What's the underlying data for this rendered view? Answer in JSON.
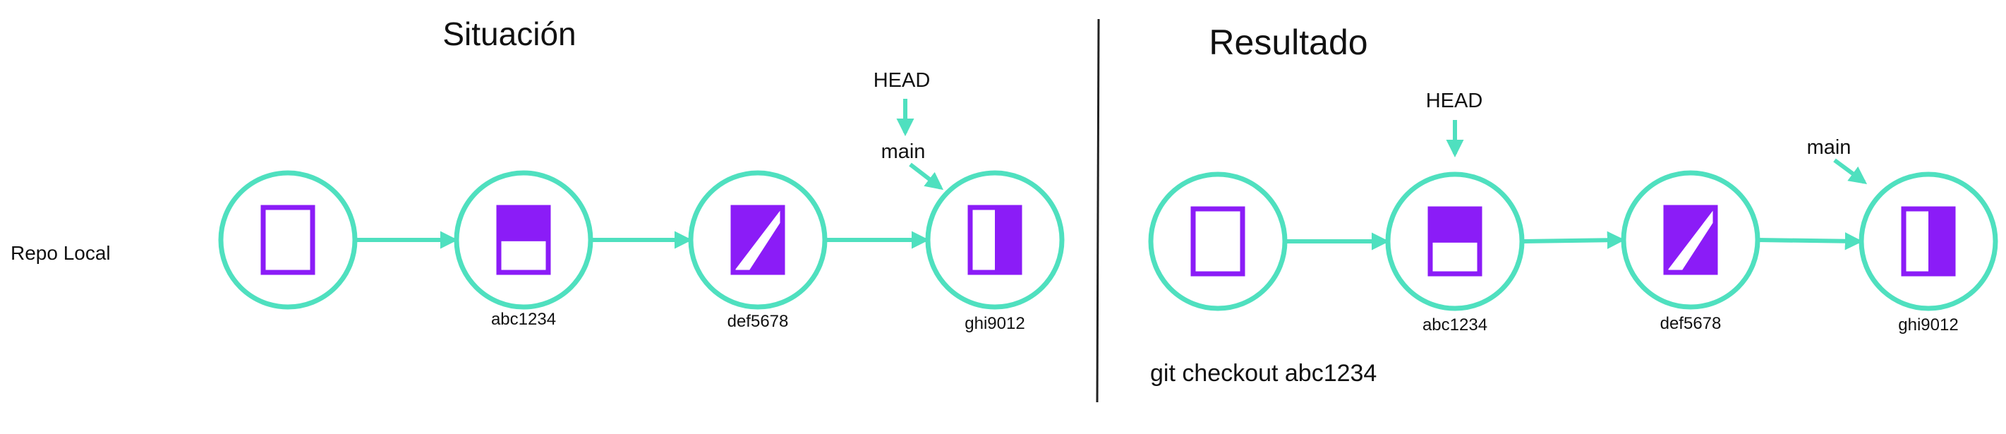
{
  "colors": {
    "circle": "#4fe0bf",
    "arrow": "#4fe0bf",
    "icon": "#8b1cf7",
    "divider": "#222222",
    "text": "#111111"
  },
  "left": {
    "title": "Situación",
    "row_label": "Repo Local",
    "commits": [
      {
        "hash": "",
        "icon": "empty-box-icon"
      },
      {
        "hash": "abc1234",
        "icon": "top-filled-box-icon"
      },
      {
        "hash": "def5678",
        "icon": "diagonal-filled-box-icon"
      },
      {
        "hash": "ghi9012",
        "icon": "right-filled-box-icon"
      }
    ],
    "head_label": "HEAD",
    "branch_label": "main"
  },
  "right": {
    "title": "Resultado",
    "commits": [
      {
        "hash": "",
        "icon": "empty-box-icon"
      },
      {
        "hash": "abc1234",
        "icon": "top-filled-box-icon"
      },
      {
        "hash": "def5678",
        "icon": "diagonal-filled-box-icon"
      },
      {
        "hash": "ghi9012",
        "icon": "right-filled-box-icon"
      }
    ],
    "head_label": "HEAD",
    "branch_label": "main",
    "command": "git checkout abc1234"
  }
}
